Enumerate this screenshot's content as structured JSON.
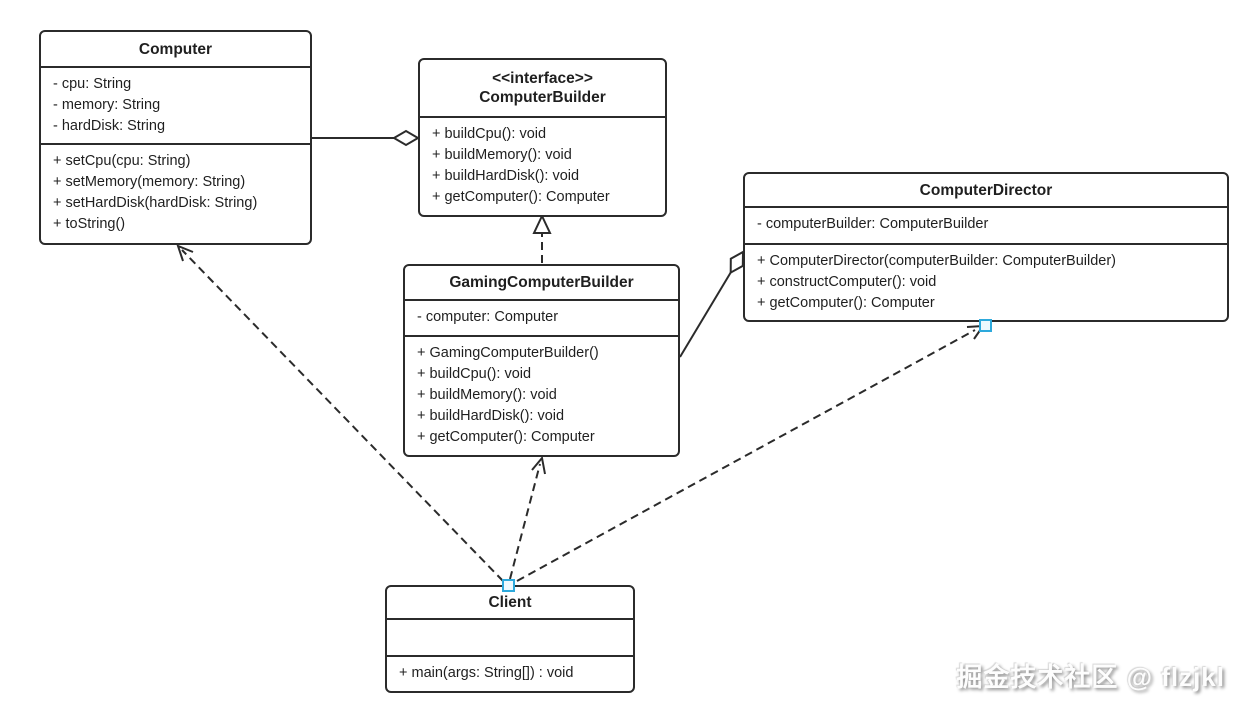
{
  "diagram_title": "Builder pattern UML class diagram",
  "classes": {
    "computer": {
      "title": "Computer",
      "attributes": [
        "- cpu: String",
        "- memory: String",
        "- hardDisk: String"
      ],
      "methods": [
        "+ setCpu(cpu: String)",
        "+ setMemory(memory: String)",
        "+ setHardDisk(hardDisk: String)",
        "+ toString()"
      ]
    },
    "computer_builder": {
      "stereotype": "<<interface>>",
      "title": "ComputerBuilder",
      "attributes": [],
      "methods": [
        "+ buildCpu(): void",
        "+ buildMemory(): void",
        "+ buildHardDisk(): void",
        "+ getComputer(): Computer"
      ]
    },
    "computer_director": {
      "title": "ComputerDirector",
      "attributes": [
        "- computerBuilder: ComputerBuilder"
      ],
      "methods": [
        "+ ComputerDirector(computerBuilder: ComputerBuilder)",
        "+ constructComputer(): void",
        "+ getComputer(): Computer"
      ]
    },
    "gaming_computer_builder": {
      "title": "GamingComputerBuilder",
      "attributes": [
        "- computer: Computer"
      ],
      "methods": [
        "+ GamingComputerBuilder()",
        "+ buildCpu(): void",
        "+ buildMemory(): void",
        "+ buildHardDisk(): void",
        "+ getComputer(): Computer"
      ]
    },
    "client": {
      "title": "Client",
      "attributes": [],
      "methods": [
        "+ main(args: String[]) : void"
      ]
    }
  },
  "relationships": [
    {
      "type": "aggregation",
      "owner": "ComputerBuilder",
      "part": "Computer",
      "diamond_at": "ComputerBuilder"
    },
    {
      "type": "realization",
      "from": "GamingComputerBuilder",
      "to": "ComputerBuilder"
    },
    {
      "type": "aggregation",
      "owner": "ComputerDirector",
      "part": "GamingComputerBuilder",
      "diamond_at": "ComputerDirector"
    },
    {
      "type": "dependency",
      "from": "Client",
      "to": "Computer"
    },
    {
      "type": "dependency",
      "from": "Client",
      "to": "GamingComputerBuilder"
    },
    {
      "type": "dependency",
      "from": "Client",
      "to": "ComputerDirector"
    }
  ],
  "watermark": "掘金技术社区 @ flzjkl",
  "colors": {
    "line": "#2b2b2b",
    "box_border": "#2b2b2b",
    "box_fill": "#ffffff",
    "text": "#1f1f1f",
    "selection_handle_border": "#2da9dc",
    "selection_handle_fill": "#eef9fe"
  }
}
